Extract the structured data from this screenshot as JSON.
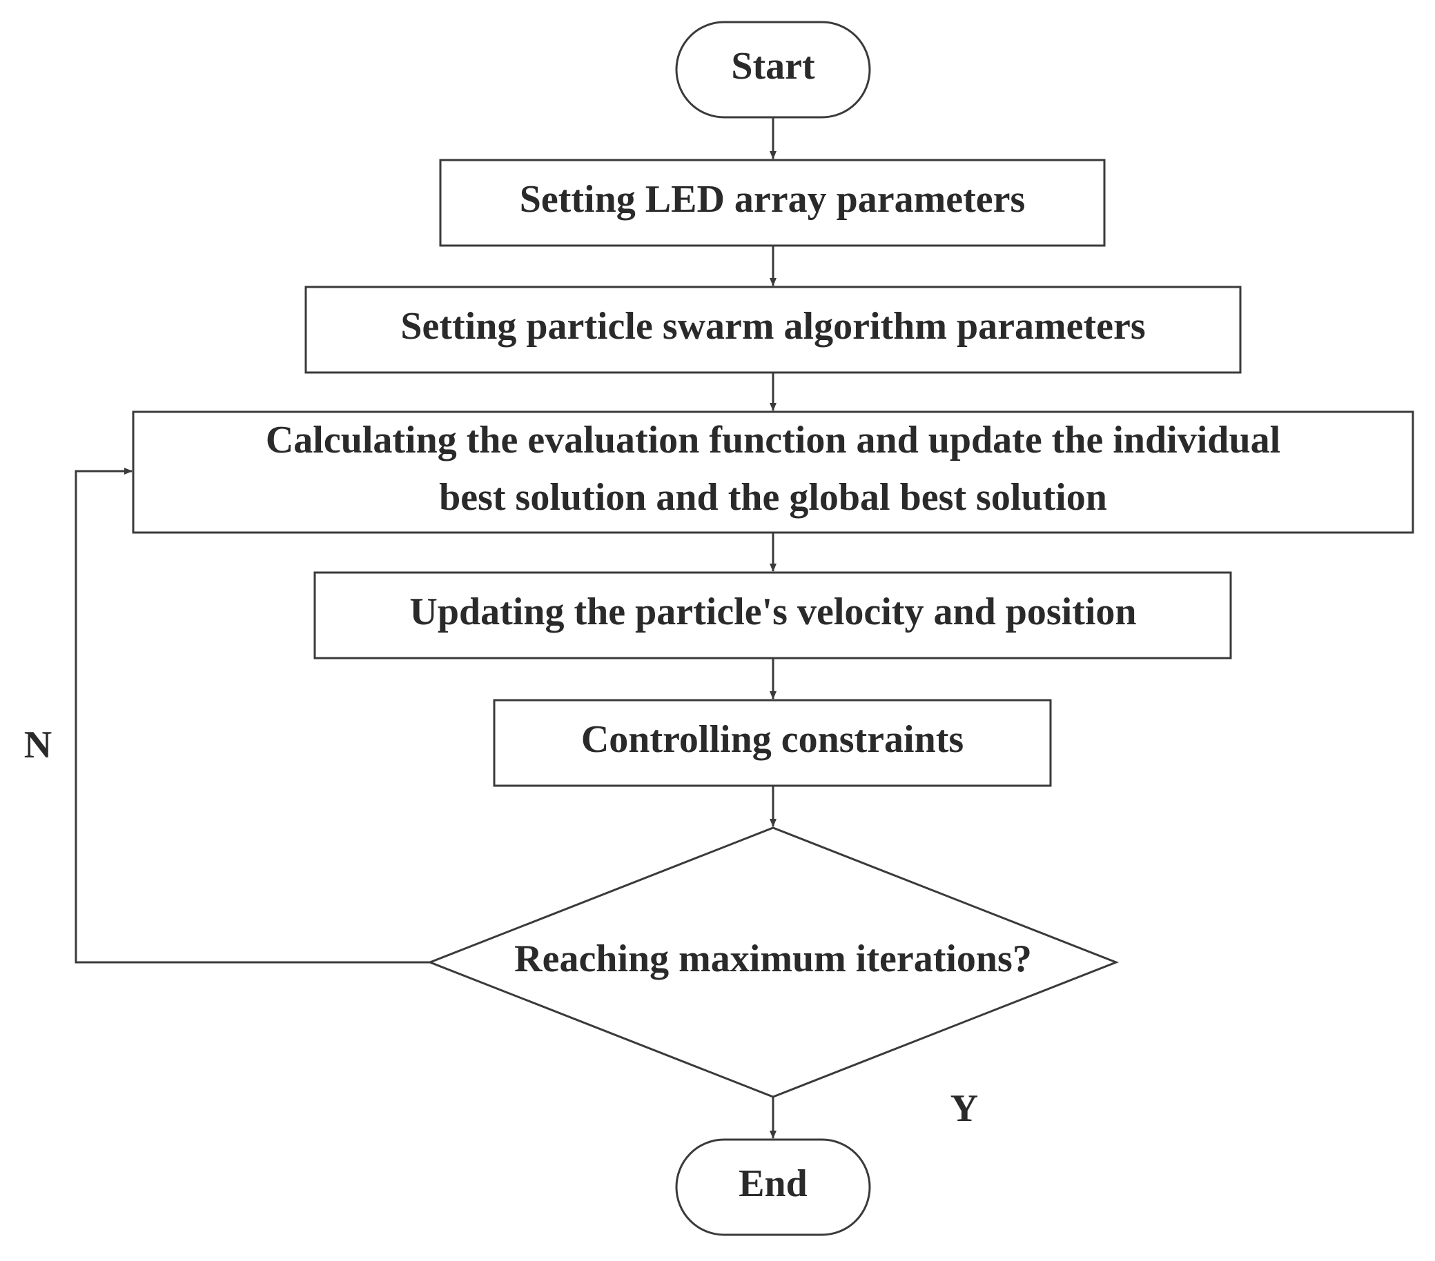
{
  "nodes": {
    "start": "Start",
    "led_params": "Setting LED array parameters",
    "pso_params": "Setting particle swarm algorithm parameters",
    "evaluate_line1": "Calculating the evaluation function and update the individual",
    "evaluate_line2": "best solution and the global best solution",
    "update": "Updating the particle's velocity and position",
    "constraints": "Controlling constraints",
    "decision": "Reaching maximum iterations?",
    "end": "End"
  },
  "edge_labels": {
    "no": "N",
    "yes": "Y"
  }
}
